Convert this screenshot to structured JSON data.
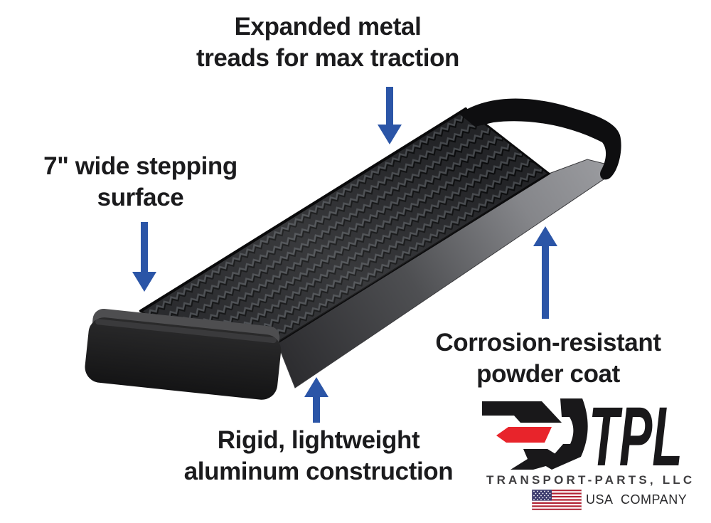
{
  "canvas": {
    "background": "#ffffff"
  },
  "labels": {
    "treads": "Expanded metal\ntreads for max traction",
    "stepping": "7\" wide stepping\nsurface",
    "powder": "Corrosion-resistant\npowder coat",
    "aluminum": "Rigid, lightweight\naluminum construction"
  },
  "arrows": {
    "color": "#2b55a7"
  },
  "board": {
    "tread_color": "#232427",
    "tread_ridge_color": "#45484c",
    "side_dark": "#2c2c2f",
    "side_light": "#9b9ca0",
    "cap_color": "#1a1a1b",
    "bracket_color": "#0e0e10"
  },
  "logo": {
    "brand": "TPL",
    "company": "TRANSPORT-PARTS, LLC",
    "tagline": "USA COMPANY",
    "accent_red": "#e8242b",
    "ink": "#19181a"
  }
}
